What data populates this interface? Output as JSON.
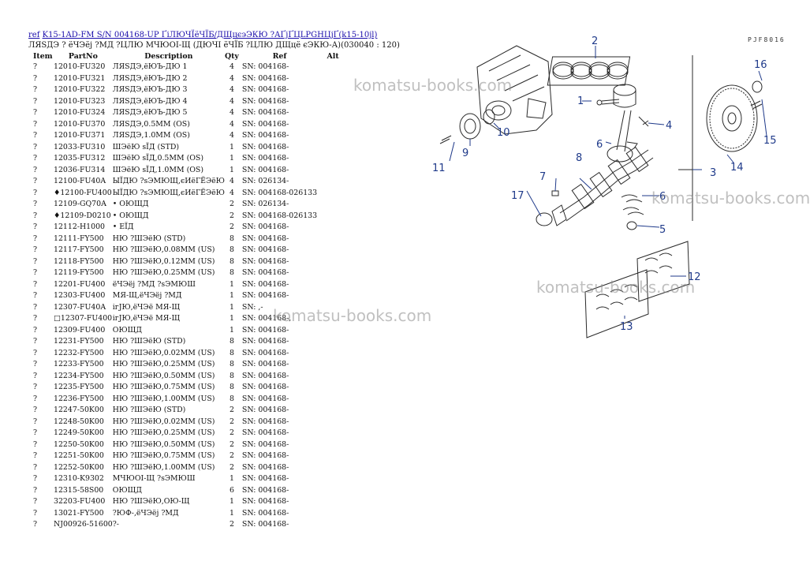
{
  "header": {
    "ref_link": "ref",
    "title_link": "K15-1AD-FM S/N 004168-UP ҐіЛЮЧЇёЧЇБ/ДЩцєэЭКЮ ?АҐјҐЦLРGНЦјҐ(k15-10jl)",
    "subtitle": "ЛЯЅДЭ ? ёЧЭёј ?МД ?ЦЛЮ МЧЮОІ-Щ (ДЮЧІ ёЧЇБ ?ЦЛЮ ДЩцё єЭКЮ-А)(030040 : 120)"
  },
  "columns": {
    "item": "Item",
    "partno": "PartNo",
    "description": "Description",
    "qty": "Qty",
    "ref": "Ref",
    "alt": "Alt"
  },
  "rows": [
    {
      "item": "?",
      "partno": "12010-FU320",
      "desc": "ЛЯЅДЭ,ёЮЪ-ДЮ 1",
      "qty": "4",
      "ref": "SN: 004168-"
    },
    {
      "item": "?",
      "partno": "12010-FU321",
      "desc": "ЛЯЅДЭ,ёЮЪ-ДЮ 2",
      "qty": "4",
      "ref": "SN: 004168-"
    },
    {
      "item": "?",
      "partno": "12010-FU322",
      "desc": "ЛЯЅДЭ,ёЮЪ-ДЮ 3",
      "qty": "4",
      "ref": "SN: 004168-"
    },
    {
      "item": "?",
      "partno": "12010-FU323",
      "desc": "ЛЯЅДЭ,ёЮЪ-ДЮ 4",
      "qty": "4",
      "ref": "SN: 004168-"
    },
    {
      "item": "?",
      "partno": "12010-FU324",
      "desc": "ЛЯЅДЭ,ёЮЪ-ДЮ 5",
      "qty": "4",
      "ref": "SN: 004168-"
    },
    {
      "item": "?",
      "partno": "12010-FU370",
      "desc": "ЛЯЅДЭ,0.5MM (OS)",
      "qty": "4",
      "ref": "SN: 004168-"
    },
    {
      "item": "?",
      "partno": "12010-FU371",
      "desc": "ЛЯЅДЭ,1.0MM (OS)",
      "qty": "4",
      "ref": "SN: 004168-"
    },
    {
      "item": "?",
      "partno": "12033-FU310",
      "desc": "ШЭёЮ sЇД (STD)",
      "qty": "1",
      "ref": "SN: 004168-"
    },
    {
      "item": "?",
      "partno": "12035-FU312",
      "desc": "ШЭёЮ sЇД,0.5MM (OS)",
      "qty": "1",
      "ref": "SN: 004168-"
    },
    {
      "item": "?",
      "partno": "12036-FU314",
      "desc": "ШЭёЮ sЇД,1.0MM (OS)",
      "qty": "1",
      "ref": "SN: 004168-"
    },
    {
      "item": "?",
      "partno": "12100-FU40A",
      "desc": "ЫЇДЮ ?ѕЭМЮЩ,єИёГЁЭёЮ",
      "qty": "4",
      "ref": "SN: 026134-"
    },
    {
      "item": "?",
      "partno": "♦12100-FU400",
      "desc": "ЫЇДЮ ?ѕЭМЮЩ,єИёГЁЭёЮ",
      "qty": "4",
      "ref": "SN: 004168-026133"
    },
    {
      "item": "?",
      "partno": "12109-GQ70A",
      "desc": "• ОЮЩД",
      "qty": "2",
      "ref": "SN: 026134-"
    },
    {
      "item": "?",
      "partno": "♦12109-D0210",
      "desc": "• ОЮЩД",
      "qty": "2",
      "ref": "SN: 004168-026133"
    },
    {
      "item": "?",
      "partno": "12112-H1000",
      "desc": "• ЕЇД",
      "qty": "2",
      "ref": "SN: 004168-"
    },
    {
      "item": "?",
      "partno": "12111-FY500",
      "desc": "НЮ ?ШЭёЮ (STD)",
      "qty": "8",
      "ref": "SN: 004168-"
    },
    {
      "item": "?",
      "partno": "12117-FY500",
      "desc": "НЮ ?ШЭёЮ,0.08MM (US)",
      "qty": "8",
      "ref": "SN: 004168-"
    },
    {
      "item": "?",
      "partno": "12118-FY500",
      "desc": "НЮ ?ШЭёЮ,0.12MM (US)",
      "qty": "8",
      "ref": "SN: 004168-"
    },
    {
      "item": "?",
      "partno": "12119-FY500",
      "desc": "НЮ ?ШЭёЮ,0.25MM (US)",
      "qty": "8",
      "ref": "SN: 004168-"
    },
    {
      "item": "?",
      "partno": "12201-FU400",
      "desc": "ёЧЭёј ?МД ?ѕЭМЮШ",
      "qty": "1",
      "ref": "SN: 004168-"
    },
    {
      "item": "?",
      "partno": "12303-FU400",
      "desc": "МЯ-Щ,ёЧЭёј ?МД",
      "qty": "1",
      "ref": "SN: 004168-"
    },
    {
      "item": "?",
      "partno": "12307-FU40A",
      "desc": "ігЈЮ,ёЧЭё МЯ-Щ",
      "qty": "1",
      "ref": "SN: ,-"
    },
    {
      "item": "?",
      "partno": "□12307-FU400",
      "desc": "ігЈЮ,ёЧЭё МЯ-Щ",
      "qty": "1",
      "ref": "SN: 004168-,"
    },
    {
      "item": "?",
      "partno": "12309-FU400",
      "desc": "ОЮЩД",
      "qty": "1",
      "ref": "SN: 004168-"
    },
    {
      "item": "?",
      "partno": "12231-FY500",
      "desc": "НЮ ?ШЭёЮ (STD)",
      "qty": "8",
      "ref": "SN: 004168-"
    },
    {
      "item": "?",
      "partno": "12232-FY500",
      "desc": "НЮ ?ШЭёЮ,0.02MM (US)",
      "qty": "8",
      "ref": "SN: 004168-"
    },
    {
      "item": "?",
      "partno": "12233-FY500",
      "desc": "НЮ ?ШЭёЮ,0.25MM (US)",
      "qty": "8",
      "ref": "SN: 004168-"
    },
    {
      "item": "?",
      "partno": "12234-FY500",
      "desc": "НЮ ?ШЭёЮ,0.50MM (US)",
      "qty": "8",
      "ref": "SN: 004168-"
    },
    {
      "item": "?",
      "partno": "12235-FY500",
      "desc": "НЮ ?ШЭёЮ,0.75MM (US)",
      "qty": "8",
      "ref": "SN: 004168-"
    },
    {
      "item": "?",
      "partno": "12236-FY500",
      "desc": "НЮ ?ШЭёЮ,1.00MM (US)",
      "qty": "8",
      "ref": "SN: 004168-"
    },
    {
      "item": "?",
      "partno": "12247-50K00",
      "desc": "НЮ ?ШЭёЮ (STD)",
      "qty": "2",
      "ref": "SN: 004168-"
    },
    {
      "item": "?",
      "partno": "12248-50K00",
      "desc": "НЮ ?ШЭёЮ,0.02MM (US)",
      "qty": "2",
      "ref": "SN: 004168-"
    },
    {
      "item": "?",
      "partno": "12249-50K00",
      "desc": "НЮ ?ШЭёЮ,0.25MM (US)",
      "qty": "2",
      "ref": "SN: 004168-"
    },
    {
      "item": "?",
      "partno": "12250-50K00",
      "desc": "НЮ ?ШЭёЮ,0.50MM (US)",
      "qty": "2",
      "ref": "SN: 004168-"
    },
    {
      "item": "?",
      "partno": "12251-50K00",
      "desc": "НЮ ?ШЭёЮ,0.75MM (US)",
      "qty": "2",
      "ref": "SN: 004168-"
    },
    {
      "item": "?",
      "partno": "12252-50K00",
      "desc": "НЮ ?ШЭёЮ,1.00MM (US)",
      "qty": "2",
      "ref": "SN: 004168-"
    },
    {
      "item": "?",
      "partno": "12310-K9302",
      "desc": "МЧЮОІ-Щ ?ѕЭМЮШ",
      "qty": "1",
      "ref": "SN: 004168-"
    },
    {
      "item": "?",
      "partno": "12315-58S00",
      "desc": "ОЮЩД",
      "qty": "6",
      "ref": "SN: 004168-"
    },
    {
      "item": "?",
      "partno": "32203-FU400",
      "desc": "НЮ ?ШЭёЮ,ОЮ-Щ",
      "qty": "1",
      "ref": "SN: 004168-"
    },
    {
      "item": "?",
      "partno": "13021-FY500",
      "desc": "?ЮФ-,ёЧЭёј ?МД",
      "qty": "1",
      "ref": "SN: 004168-"
    },
    {
      "item": "?",
      "partno": "NJ00926-51600",
      "desc": "?-",
      "qty": "2",
      "ref": "SN: 004168-"
    }
  ],
  "diagram": {
    "drawing_code": "PJF8016",
    "callouts": [
      "1",
      "2",
      "3",
      "4",
      "5",
      "6",
      "6",
      "7",
      "8",
      "9",
      "10",
      "11",
      "12",
      "13",
      "14",
      "15",
      "16",
      "17"
    ],
    "stroke_color": "#2a2a2a",
    "callout_color": "#1f3a8a"
  },
  "watermarks": [
    "komatsu-books.com",
    "komatsu-books.com",
    "komatsu-books.com",
    "komatsu-books.com"
  ]
}
